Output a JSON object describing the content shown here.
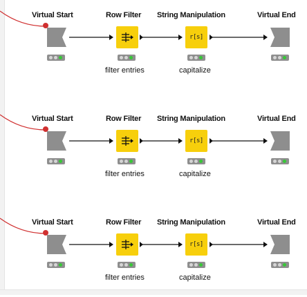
{
  "workflow": {
    "rows": [
      {
        "nodes": [
          {
            "title": "Virtual Start",
            "label": "",
            "icon": "virtual-start-icon"
          },
          {
            "title": "Row Filter",
            "label": "filter entries",
            "icon": "row-filter-icon"
          },
          {
            "title": "String Manipulation",
            "label": "capitalize",
            "icon": "string-manipulation-icon",
            "icon_text": "r[s]"
          },
          {
            "title": "Virtual End",
            "label": "",
            "icon": "virtual-end-icon"
          }
        ]
      },
      {
        "nodes": [
          {
            "title": "Virtual Start",
            "label": "",
            "icon": "virtual-start-icon"
          },
          {
            "title": "Row Filter",
            "label": "filter entries",
            "icon": "row-filter-icon"
          },
          {
            "title": "String Manipulation",
            "label": "capitalize",
            "icon": "string-manipulation-icon",
            "icon_text": "r[s]"
          },
          {
            "title": "Virtual End",
            "label": "",
            "icon": "virtual-end-icon"
          }
        ]
      },
      {
        "nodes": [
          {
            "title": "Virtual Start",
            "label": "",
            "icon": "virtual-start-icon"
          },
          {
            "title": "Row Filter",
            "label": "filter entries",
            "icon": "row-filter-icon"
          },
          {
            "title": "String Manipulation",
            "label": "capitalize",
            "icon": "string-manipulation-icon",
            "icon_text": "r[s]"
          },
          {
            "title": "Virtual End",
            "label": "",
            "icon": "virtual-end-icon"
          }
        ]
      }
    ]
  },
  "colors": {
    "node_yellow": "#f7cf0c",
    "virtual_node_gray": "#8e8e8e",
    "status_green": "#37c837",
    "incoming_connection_red": "#d03030"
  }
}
